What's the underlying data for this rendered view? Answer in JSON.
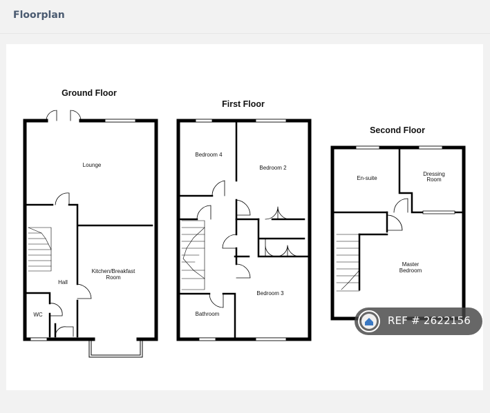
{
  "header": {
    "title": "Floorplan"
  },
  "floors": {
    "ground": {
      "title": "Ground Floor",
      "rooms": {
        "lounge": "Lounge",
        "kitchen_1": "Kitchen/Breakfast",
        "kitchen_2": "Room",
        "hall": "Hall",
        "wc": "WC"
      }
    },
    "first": {
      "title": "First Floor",
      "rooms": {
        "bedroom4": "Bedroom 4",
        "bedroom2": "Bedroom 2",
        "bedroom3": "Bedroom 3",
        "bathroom": "Bathroom"
      }
    },
    "second": {
      "title": "Second Floor",
      "rooms": {
        "ensuite": "En-suite",
        "dressing_1": "Dressing",
        "dressing_2": "Room",
        "master_1": "Master",
        "master_2": "Bedroom"
      }
    }
  },
  "reference": {
    "label": "REF # 2622156",
    "icon": "home-icon",
    "color": "#464646"
  }
}
